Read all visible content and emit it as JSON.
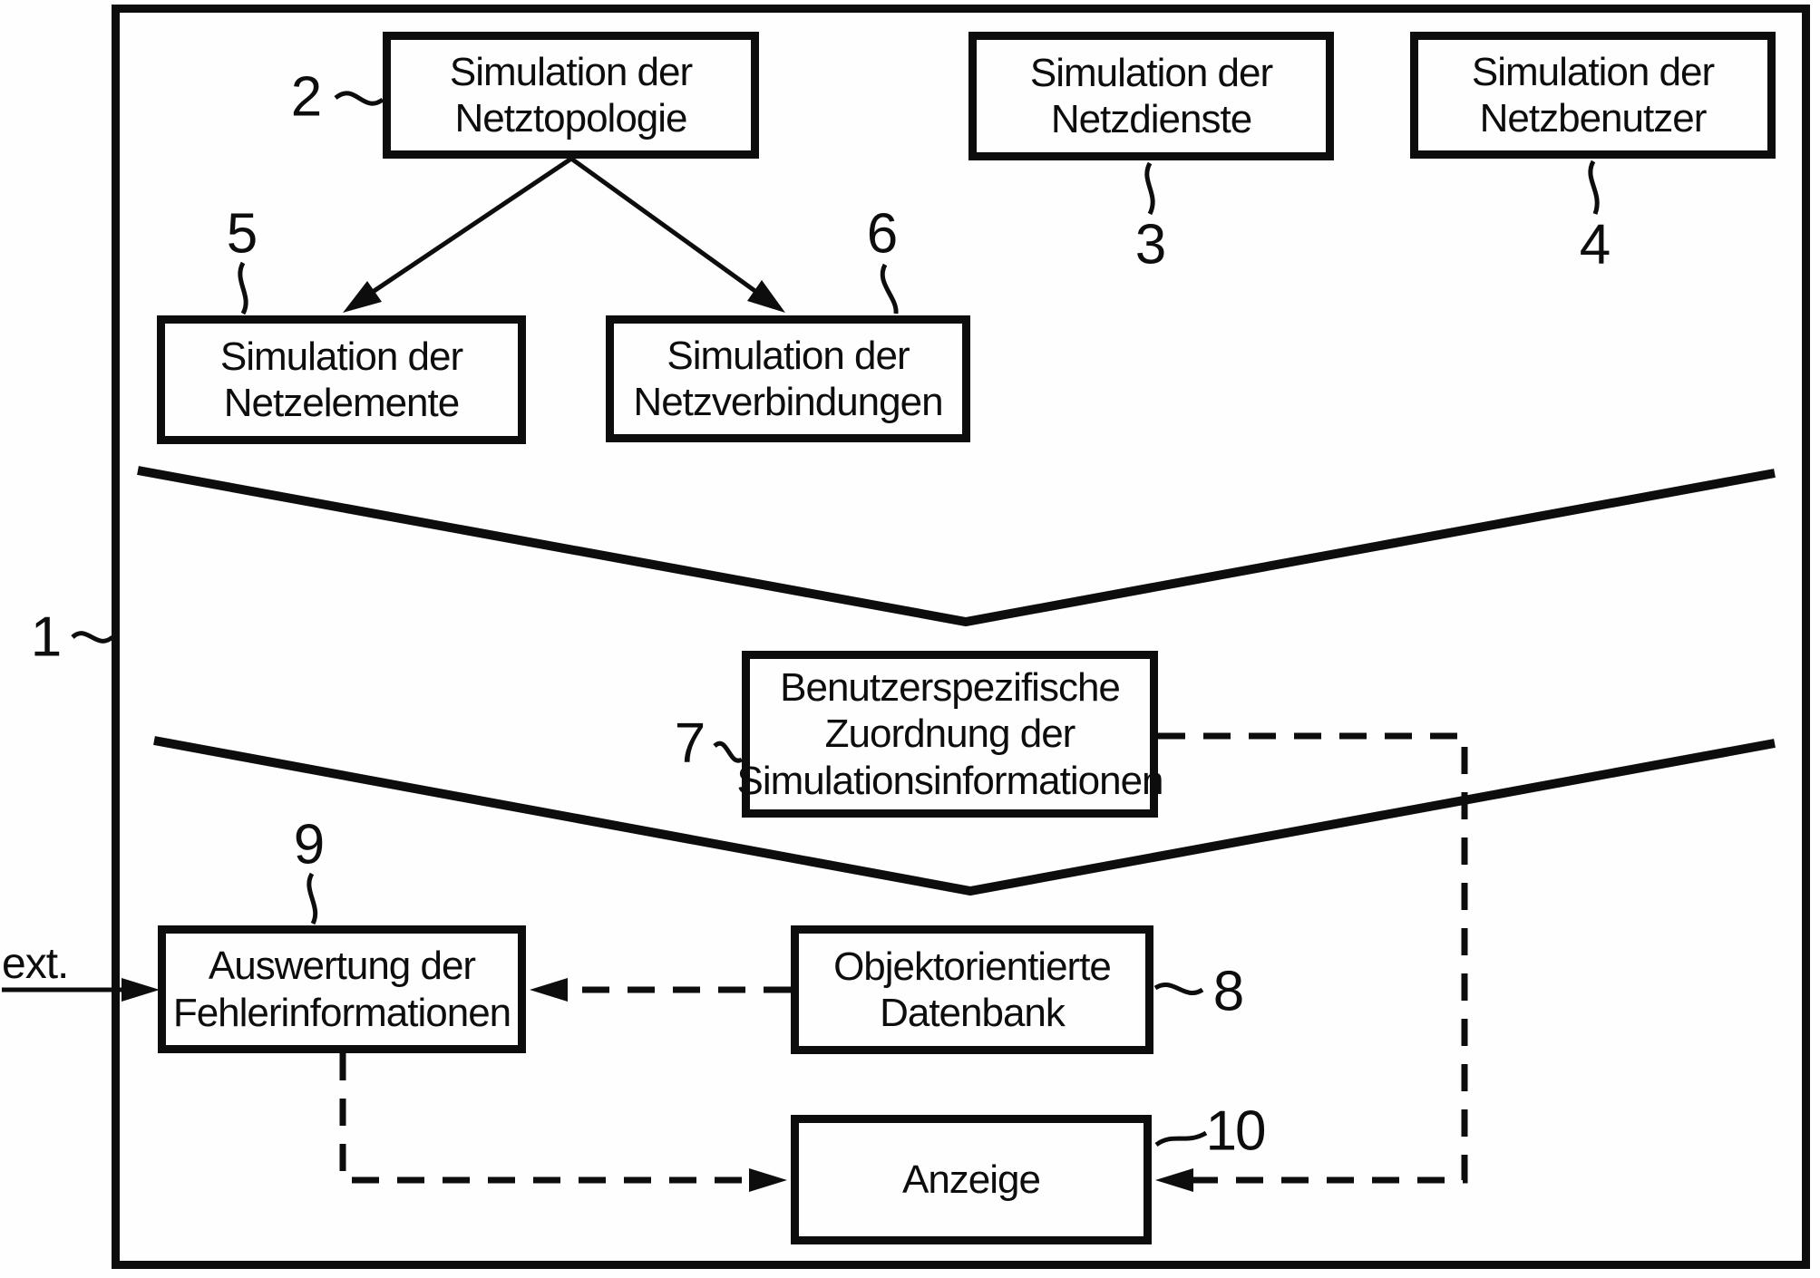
{
  "figure": {
    "background": "#fefefe",
    "ink": "#0d0d0d",
    "ext_label": "ext."
  },
  "boxes": {
    "netztopologie": "Simulation der\nNetztopologie",
    "netzdienste": "Simulation der\nNetzdienste",
    "netzbenutzer": "Simulation der\nNetzbenutzer",
    "netzelemente": "Simulation der\nNetzelemente",
    "netzverbindungen": "Simulation der\nNetzverbindungen",
    "zuordnung": "Benutzerspezifische\nZuordnung der\nSimulationsinformationen",
    "auswertung": "Auswertung der\nFehlerinformationen",
    "datenbank": "Objektorientierte\nDatenbank",
    "anzeige": "Anzeige"
  },
  "refs": {
    "r1": "1",
    "r2": "2",
    "r3": "3",
    "r4": "4",
    "r5": "5",
    "r6": "6",
    "r7": "7",
    "r8": "8",
    "r9": "9",
    "r10": "10"
  }
}
